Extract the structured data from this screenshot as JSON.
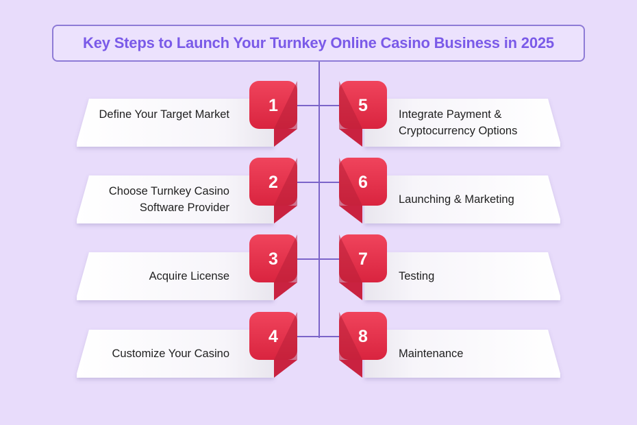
{
  "title": "Key Steps to Launch Your Turnkey Online Casino Business in 2025",
  "colors": {
    "background": "#e8dcfb",
    "title_text": "#7a5ae8",
    "title_border": "#8e7bd6",
    "connector": "#7b64c9",
    "badge_red": "#e8344e",
    "badge_dark": "#b81f38",
    "badge_fold": "#c92240",
    "card_white": "#ffffff"
  },
  "steps": [
    {
      "number": "1",
      "label": "Define Your Target Market"
    },
    {
      "number": "2",
      "label": "Choose Turnkey Casino Software Provider"
    },
    {
      "number": "3",
      "label": "Acquire License"
    },
    {
      "number": "4",
      "label": "Customize Your Casino"
    },
    {
      "number": "5",
      "label": "Integrate Payment & Cryptocurrency Options"
    },
    {
      "number": "6",
      "label": "Launching & Marketing"
    },
    {
      "number": "7",
      "label": "Testing"
    },
    {
      "number": "8",
      "label": "Maintenance"
    }
  ]
}
